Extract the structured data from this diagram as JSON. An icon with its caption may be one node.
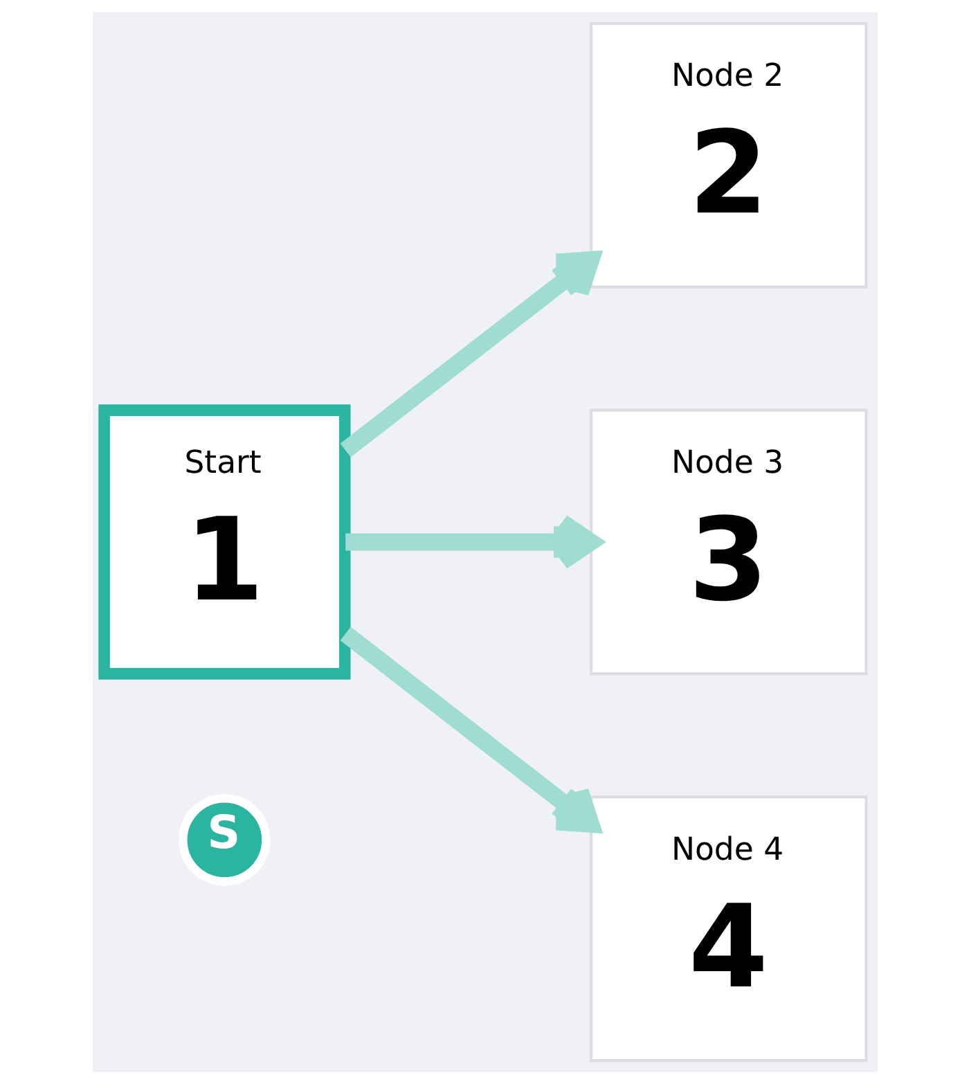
{
  "diagram": {
    "nodes": [
      {
        "text": [
          "Start",
          "1"
        ]
      },
      {
        "text": [
          "Node 2",
          "2"
        ]
      },
      {
        "text": [
          "Node 3",
          "3"
        ]
      },
      {
        "text": [
          "Node 4",
          "4"
        ]
      },
      {
        "text": [
          "S"
        ]
      }
    ],
    "edges": [
      {
        "from": 0,
        "to": 1,
        "arrow": "to",
        "color": "#9fdcd2"
      },
      {
        "from": 0,
        "to": 2,
        "arrow": "to",
        "color": "#9fdcd2"
      },
      {
        "from": 0,
        "to": 3,
        "arrow": "to",
        "color": "#9fdcd2"
      }
    ]
  }
}
